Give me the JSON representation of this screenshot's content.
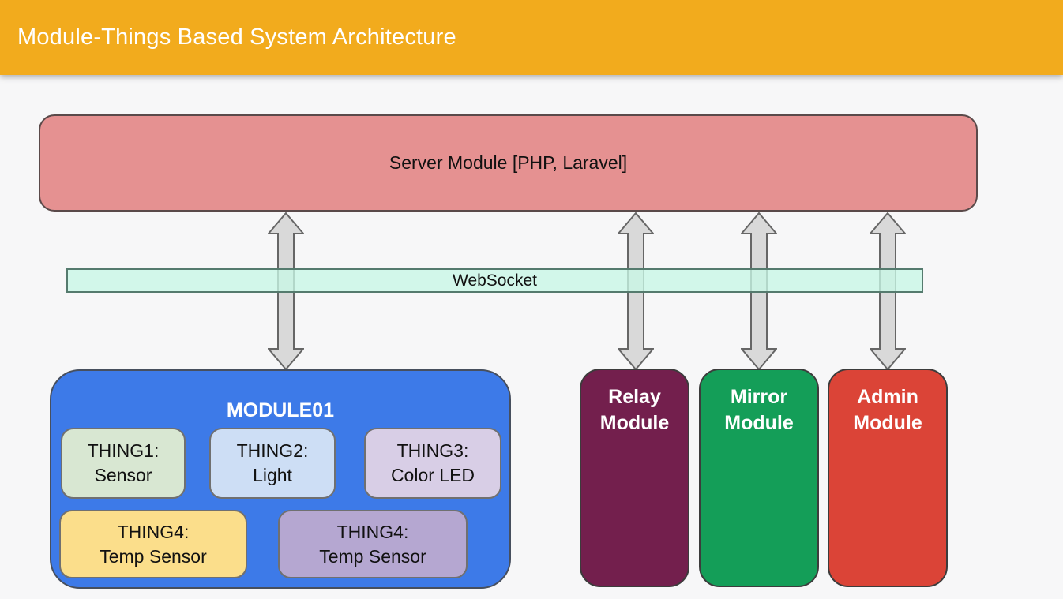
{
  "header": {
    "title": "Module-Things Based System Architecture",
    "bg": "#f2ab1d",
    "text_color": "#ffffff"
  },
  "canvas": {
    "bg": "#f7f7f8"
  },
  "server_module": {
    "label": "Server Module [PHP, Laravel]",
    "bg": "#e59191"
  },
  "websocket": {
    "label": "WebSocket",
    "bg": "#c8f7e5",
    "border": "#557b6e"
  },
  "arrows": {
    "style": "double-headed-vertical",
    "fill": "#d9d9d9",
    "stroke": "#666666",
    "count": 4
  },
  "module01": {
    "title": "MODULE01",
    "bg": "#3d7ae8",
    "things": [
      {
        "line1": "THING1:",
        "line2": "Sensor",
        "bg": "#d8e7d2"
      },
      {
        "line1": "THING2:",
        "line2": "Light",
        "bg": "#cddef5"
      },
      {
        "line1": "THING3:",
        "line2": "Color LED",
        "bg": "#d8cee6"
      },
      {
        "line1": "THING4:",
        "line2": "Temp Sensor",
        "bg": "#fbde8b"
      },
      {
        "line1": "THING4:",
        "line2": "Temp Sensor",
        "bg": "#b5a7d1"
      }
    ]
  },
  "side_modules": [
    {
      "line1": "Relay",
      "line2": "Module",
      "bg": "#731f4d"
    },
    {
      "line1": "Mirror",
      "line2": "Module",
      "bg": "#149e58"
    },
    {
      "line1": "Admin",
      "line2": "Module",
      "bg": "#db4437"
    }
  ]
}
